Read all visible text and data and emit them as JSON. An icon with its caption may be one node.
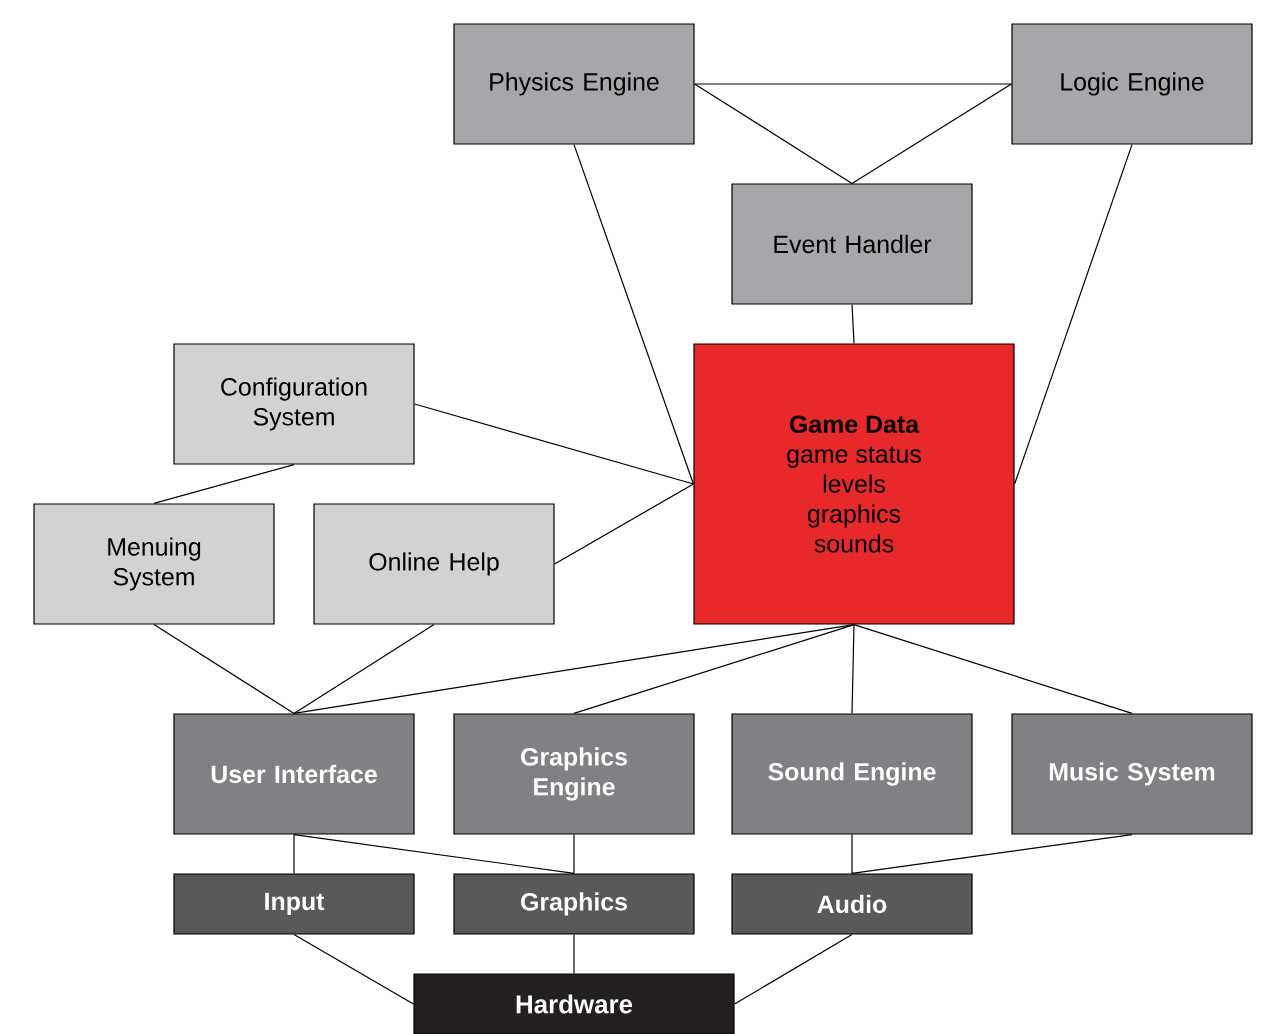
{
  "diagram": {
    "nodes": [
      {
        "text": [
          "Physics Engine"
        ]
      },
      {
        "text": [
          "Logic Engine"
        ]
      },
      {
        "text": [
          "Event Handler"
        ]
      },
      {
        "text": [
          "Game Data",
          "game status",
          "levels",
          "graphics",
          "sounds"
        ]
      },
      {
        "text": [
          "Configuration System"
        ]
      },
      {
        "text": [
          "Menuing System"
        ]
      },
      {
        "text": [
          "Online Help"
        ]
      },
      {
        "text": [
          "User Interface"
        ]
      },
      {
        "text": [
          "Graphics Engine"
        ]
      },
      {
        "text": [
          "Sound Engine"
        ]
      },
      {
        "text": [
          "Music System"
        ]
      },
      {
        "text": [
          "Input"
        ]
      },
      {
        "text": [
          "Graphics"
        ]
      },
      {
        "text": [
          "Audio"
        ]
      },
      {
        "text": [
          "Hardware"
        ]
      }
    ],
    "edges": [
      {
        "from": 0,
        "to": 1,
        "arrow": "none"
      },
      {
        "from": 0,
        "to": 2,
        "arrow": "none"
      },
      {
        "from": 1,
        "to": 2,
        "arrow": "none"
      },
      {
        "from": 0,
        "to": 3,
        "arrow": "none"
      },
      {
        "from": 1,
        "to": 3,
        "arrow": "none"
      },
      {
        "from": 2,
        "to": 3,
        "arrow": "none"
      },
      {
        "from": 4,
        "to": 3,
        "arrow": "none"
      },
      {
        "from": 4,
        "to": 5,
        "arrow": "none"
      },
      {
        "from": 6,
        "to": 3,
        "arrow": "none"
      },
      {
        "from": 5,
        "to": 7,
        "arrow": "none"
      },
      {
        "from": 6,
        "to": 7,
        "arrow": "none"
      },
      {
        "from": 3,
        "to": 7,
        "arrow": "none"
      },
      {
        "from": 3,
        "to": 8,
        "arrow": "none"
      },
      {
        "from": 3,
        "to": 9,
        "arrow": "none"
      },
      {
        "from": 3,
        "to": 10,
        "arrow": "none"
      },
      {
        "from": 7,
        "to": 11,
        "arrow": "none"
      },
      {
        "from": 7,
        "to": 12,
        "arrow": "none"
      },
      {
        "from": 8,
        "to": 12,
        "arrow": "none"
      },
      {
        "from": 9,
        "to": 13,
        "arrow": "none"
      },
      {
        "from": 10,
        "to": 13,
        "arrow": "none"
      },
      {
        "from": 11,
        "to": 14,
        "arrow": "none"
      },
      {
        "from": 12,
        "to": 14,
        "arrow": "none"
      },
      {
        "from": 13,
        "to": 14,
        "arrow": "none"
      }
    ]
  }
}
